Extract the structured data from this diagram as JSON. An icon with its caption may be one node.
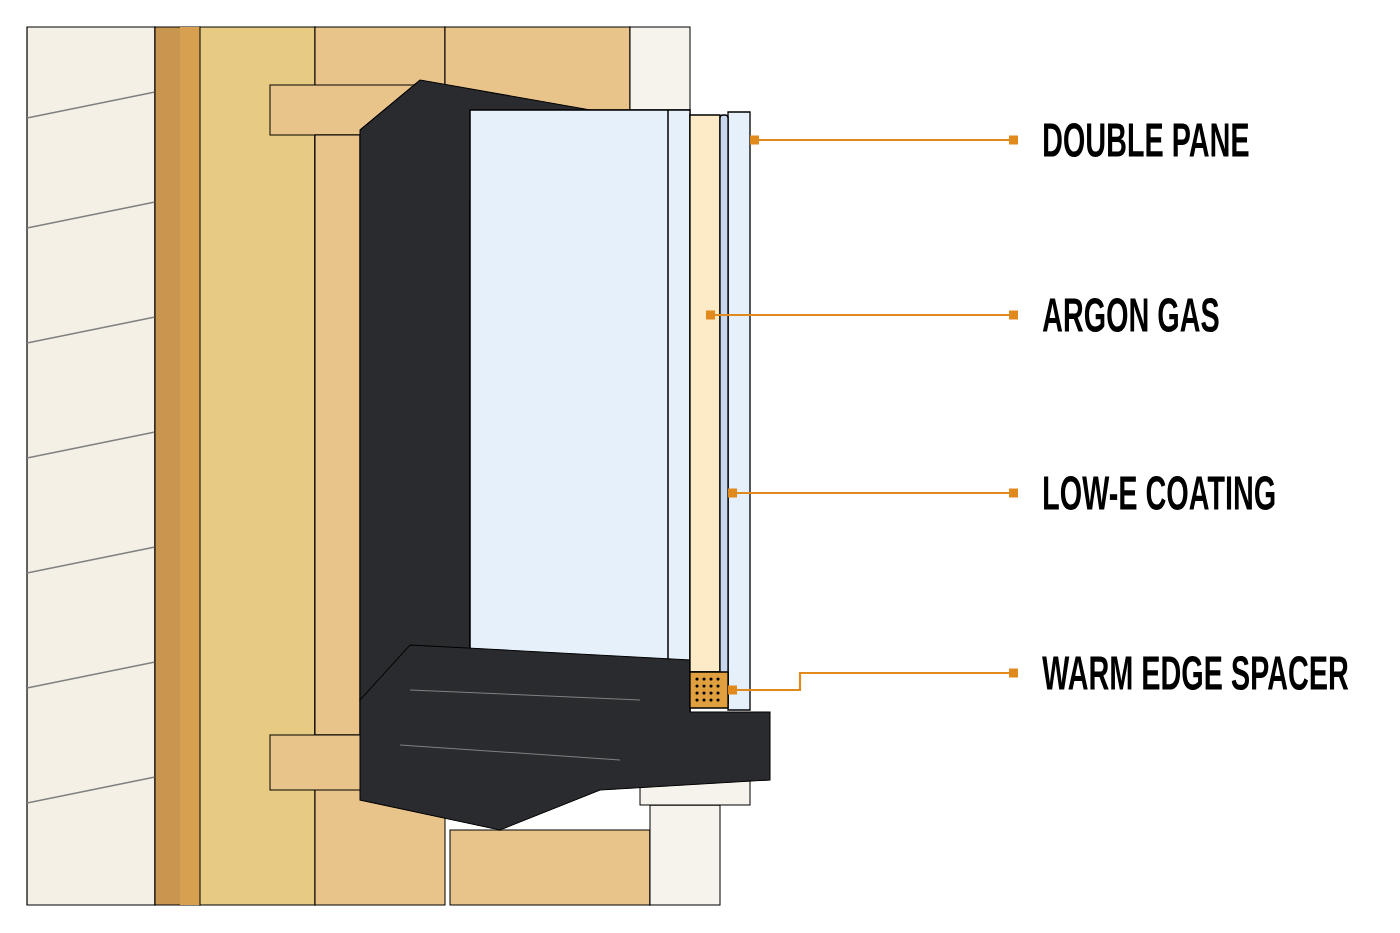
{
  "diagram": {
    "nodes": [
      {
        "text": [
          "DOUBLE PANE"
        ]
      },
      {
        "text": [
          "ARGON GAS"
        ]
      },
      {
        "text": [
          "LOW-E COATING"
        ]
      },
      {
        "text": [
          "WARM EDGE SPACER"
        ]
      },
      {
        "text": [],
        "shape": "box"
      },
      {
        "text": [],
        "shape": "box"
      },
      {
        "text": [],
        "shape": "bar"
      },
      {
        "text": [],
        "shape": "box"
      }
    ],
    "edges": [
      {
        "from": 0,
        "to": 4,
        "arrow": "other"
      },
      {
        "from": 1,
        "to": 5,
        "arrow": "other"
      },
      {
        "from": 2,
        "to": 6,
        "arrow": "other"
      },
      {
        "from": 3,
        "to": 7,
        "arrow": "other"
      }
    ]
  }
}
